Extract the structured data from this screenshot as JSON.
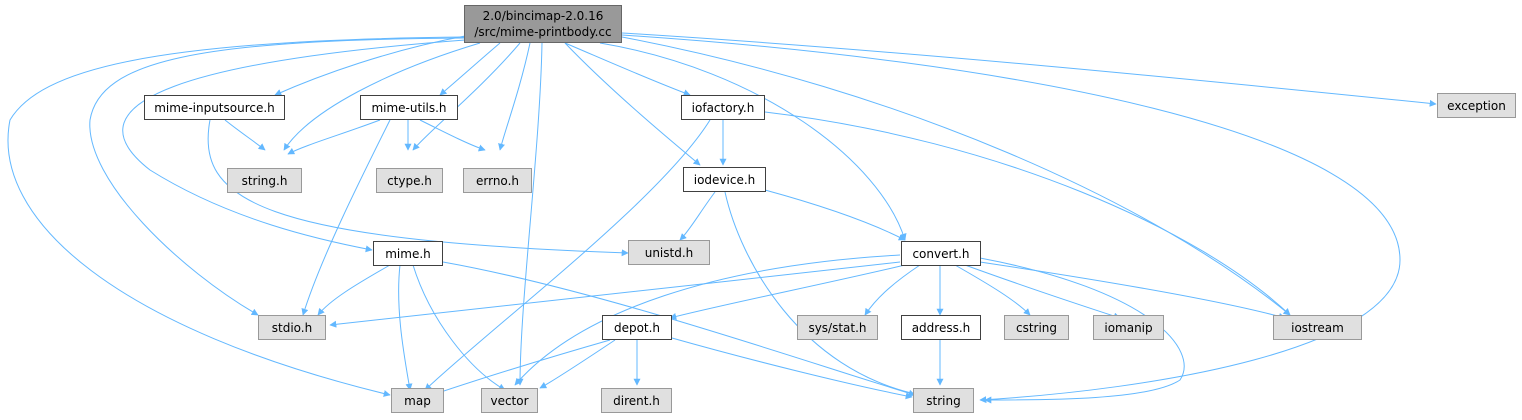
{
  "root": {
    "line1": "2.0/bincimap-2.0.16",
    "line2": "/src/mime-printbody.cc"
  },
  "nodes": {
    "mime_inputsource": "mime-inputsource.h",
    "mime_utils": "mime-utils.h",
    "iofactory": "iofactory.h",
    "exception": "exception",
    "string_h": "string.h",
    "ctype_h": "ctype.h",
    "errno_h": "errno.h",
    "iodevice": "iodevice.h",
    "unistd_h": "unistd.h",
    "mime_h": "mime.h",
    "convert_h": "convert.h",
    "stdio_h": "stdio.h",
    "sys_stat_h": "sys/stat.h",
    "address_h": "address.h",
    "cstring": "cstring",
    "iomanip": "iomanip",
    "iostream": "iostream",
    "depot_h": "depot.h",
    "map": "map",
    "vector": "vector",
    "dirent_h": "dirent.h",
    "string": "string"
  },
  "colors": {
    "edge": "#63b8ff",
    "header_border": "#404040",
    "system_fill": "#e0e0e0",
    "root_fill": "#999999"
  }
}
